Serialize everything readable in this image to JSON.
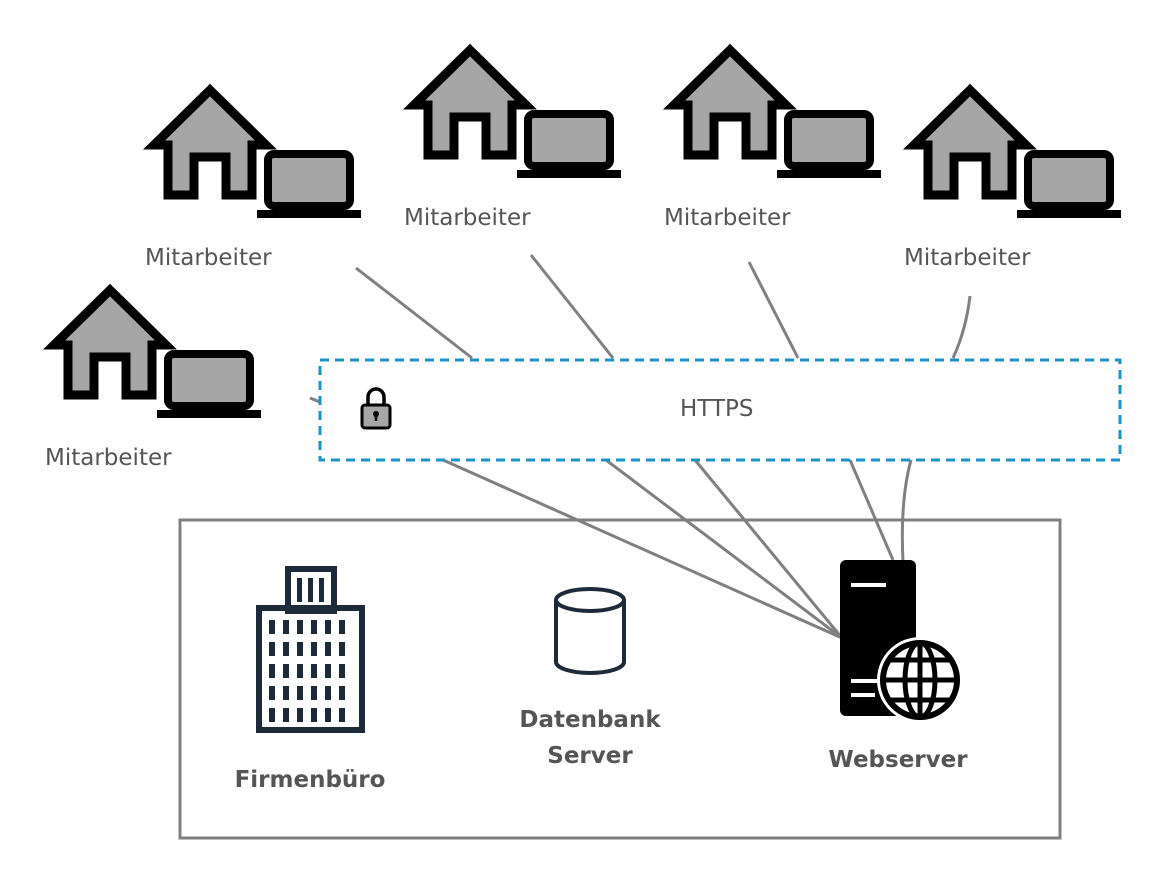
{
  "employees": [
    {
      "label": "Mitarbeiter"
    },
    {
      "label": "Mitarbeiter"
    },
    {
      "label": "Mitarbeiter"
    },
    {
      "label": "Mitarbeiter"
    },
    {
      "label": "Mitarbeiter"
    }
  ],
  "tunnel": {
    "label": "HTTPS",
    "icon": "lock-icon"
  },
  "office": {
    "building_label": "Firmenbüro",
    "database_label": "Datenbank\nServer",
    "webserver_label": "Webserver"
  },
  "colors": {
    "line": "#808080",
    "tunnel_border": "#1a93c8",
    "icon_fill": "#a6a6a6",
    "icon_stroke": "#000000",
    "building": "#1c2a3a",
    "office_border": "#7f7f7f",
    "text": "#555555"
  }
}
